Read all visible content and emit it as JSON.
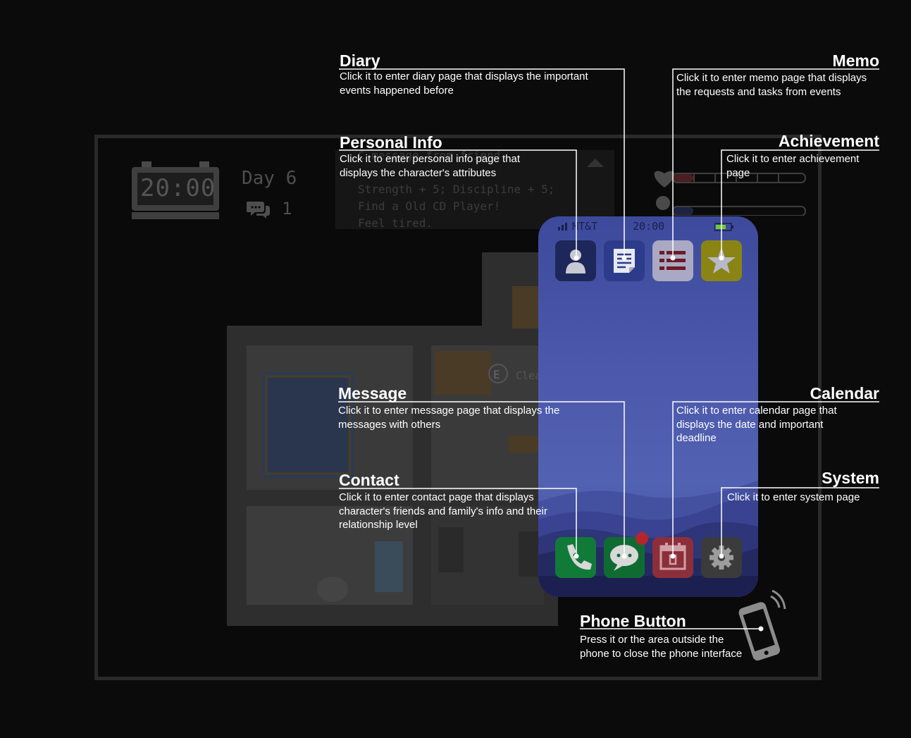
{
  "hud": {
    "clock_time": "20:00",
    "day_label": "Day 6",
    "unread_messages": "1",
    "log_lines": [
      "C message from friend",
      "Strength + 5; Discipline + 5;",
      "Find a Old CD Player!",
      "Feel tired."
    ],
    "health_level": 0.15,
    "energy_level": 0.15,
    "interact_prompt": {
      "key": "E",
      "label": "Clea"
    }
  },
  "phone": {
    "carrier": "MT&T",
    "time": "20:00",
    "top_apps": [
      {
        "name": "personal-info",
        "icon": "person-icon",
        "color": "#1e2759"
      },
      {
        "name": "diary",
        "icon": "notepad-icon",
        "color": "#2c3c8a"
      },
      {
        "name": "memo",
        "icon": "list-icon",
        "color": "#a9a9c4"
      },
      {
        "name": "achievement",
        "icon": "star-icon",
        "color": "#8a8414"
      }
    ],
    "bottom_apps": [
      {
        "name": "contact",
        "icon": "phone-icon",
        "color": "#127a38"
      },
      {
        "name": "message",
        "icon": "speech-bubble-icon",
        "color": "#106b33",
        "badge": true
      },
      {
        "name": "calendar",
        "icon": "calendar-icon",
        "color": "#8c2f3a"
      },
      {
        "name": "system",
        "icon": "gear-icon",
        "color": "#3b3b3b"
      }
    ]
  },
  "annotations": {
    "diary": {
      "title": "Diary",
      "desc": "Click it to enter diary page that displays the important events happened before"
    },
    "memo": {
      "title": "Memo",
      "desc": "Click it to enter memo page that displays the requests and tasks from events"
    },
    "personal_info": {
      "title": "Personal Info",
      "desc": "Click it to enter personal info page that displays the character's attributes"
    },
    "achievement": {
      "title": "Achievement",
      "desc": "Click it to enter achievement page"
    },
    "message": {
      "title": "Message",
      "desc": "Click it to enter message page that displays the messages with others"
    },
    "calendar": {
      "title": "Calendar",
      "desc": "Click it to enter calendar page that displays the date and important deadline"
    },
    "contact": {
      "title": "Contact",
      "desc": "Click it to enter contact page that displays character's friends and family's info and their relationship level"
    },
    "system": {
      "title": "System",
      "desc": "Click it to enter system page"
    },
    "phone_button": {
      "title": "Phone Button",
      "desc": "Press it or the area outside the phone to close the phone interface"
    }
  },
  "colors": {
    "background": "#0b0b0b",
    "frame": "#2a2a2a",
    "annotation": "#ffffff",
    "badge": "#b3262c"
  }
}
